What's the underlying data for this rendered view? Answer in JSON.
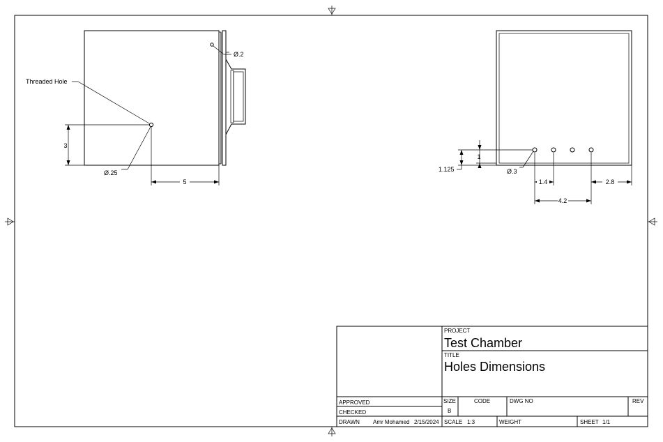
{
  "drawing": {
    "left_view": {
      "callouts": {
        "threaded_hole": "Threaded Hole",
        "hole_small": "Ø.2",
        "hole_threaded": "Ø.25"
      },
      "dimensions": {
        "height": "3",
        "width": "5"
      }
    },
    "right_view": {
      "callouts": {
        "hole_dia": "Ø.3"
      },
      "dimensions": {
        "offset_a": "1.125",
        "offset_b": "1",
        "spacing_a": "1.4",
        "spacing_b": "2.8",
        "spacing_c": "4.2"
      }
    }
  },
  "title_block": {
    "project_label": "PROJECT",
    "project": "Test Chamber",
    "title_label": "TITLE",
    "title": "Holes Dimensions",
    "approved_label": "APPROVED",
    "checked_label": "CHECKED",
    "drawn_label": "DRAWN",
    "drawn_by": "Amr Mohamed",
    "drawn_date": "2/15/2024",
    "size_label": "SIZE",
    "size": "B",
    "code_label": "CODE",
    "dwg_label": "DWG NO",
    "rev_label": "REV",
    "scale_label": "SCALE",
    "scale": "1:3",
    "weight_label": "WEIGHT",
    "sheet_label": "SHEET",
    "sheet": "1/1"
  }
}
